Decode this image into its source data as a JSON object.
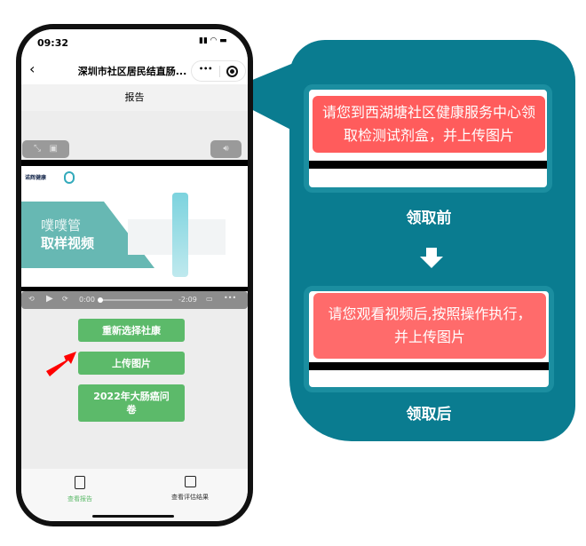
{
  "status": {
    "time": "09:32"
  },
  "nav": {
    "title": "深圳市社区居民结直肠...",
    "more": "•••"
  },
  "page": {
    "header": "报告"
  },
  "video": {
    "title_light": "噗噗管",
    "title_bold": "取样视频",
    "brand": "诺辉健康",
    "current_time": "0:00",
    "remaining_time": "-2:09",
    "progress": 0
  },
  "buttons": [
    {
      "label": "重新选择社康"
    },
    {
      "label": "上传图片"
    },
    {
      "label": "2022年大肠癌问卷"
    }
  ],
  "tabs": [
    {
      "label": "查看报告",
      "active": true
    },
    {
      "label": "查看评估结果",
      "active": false
    }
  ],
  "callout": {
    "before_message": "请您到西湖塘社区健康服务中心领取检测试剂盒，并上传图片",
    "before_label": "领取前",
    "after_message": "请您观看视频后,按照操作执行，并上传图片",
    "after_label": "领取后"
  },
  "colors": {
    "green": "#5cba6a",
    "teal": "#0a7c90",
    "red": "#ff5f5f"
  }
}
